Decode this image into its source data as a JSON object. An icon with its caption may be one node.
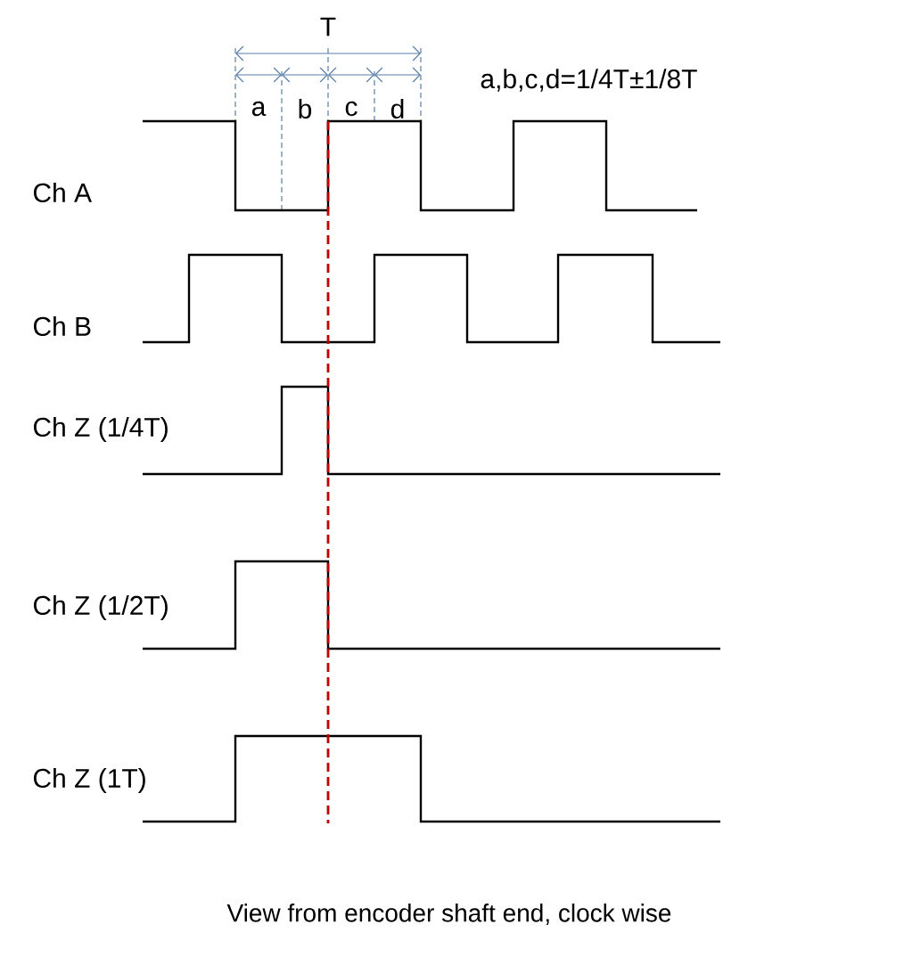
{
  "diagram": {
    "caption": "View from encoder shaft end, clock wise",
    "labels": [
      "T",
      "a,b,c,d=1/4T±1/8T",
      "a",
      "b",
      "c",
      "d",
      "Ch A",
      "Ch B",
      "Ch Z (1/4T)",
      "Ch Z (1/2T)",
      "Ch Z (1T)"
    ]
  }
}
